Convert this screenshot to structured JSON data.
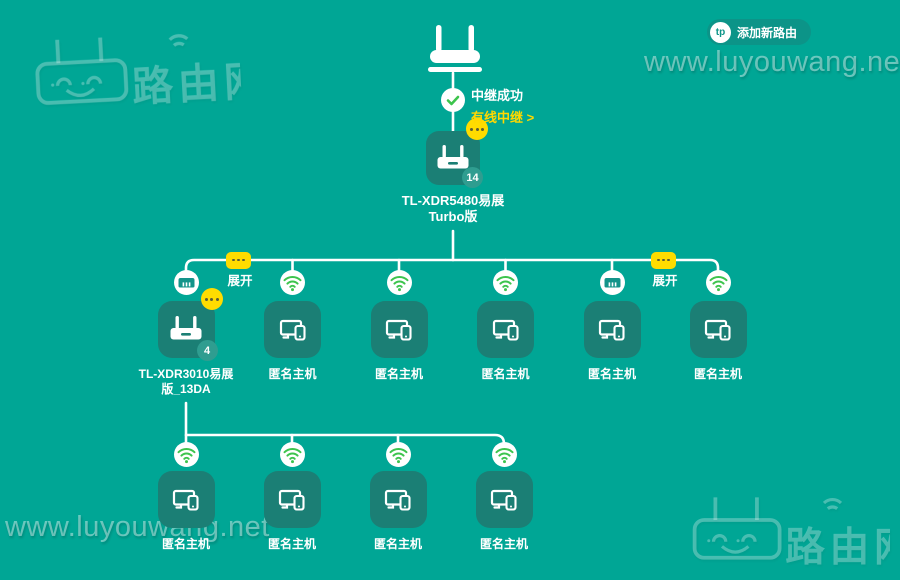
{
  "app": {
    "background_color": "#00A695",
    "tile_color": "#1B7F75",
    "accent_yellow": "#FFDC00",
    "accent_green": "#3DC44D",
    "status_yellow": "#FFD800",
    "button_color": "#0C9488"
  },
  "header": {
    "add_router_label": "添加新路由",
    "tp_logo": "tp"
  },
  "watermark": {
    "site_url": "www.luyouwang.net",
    "logo_text": "路由网"
  },
  "gateway": {
    "status_line1": "中继成功",
    "status_line2": "有线中继 >"
  },
  "root_node": {
    "kind": "router",
    "name_line1": "TL-XDR5480易展",
    "name_line2": "Turbo版",
    "client_count": "14"
  },
  "expand": {
    "label": "展开"
  },
  "tier2_nodes": [
    {
      "kind": "router",
      "connection": "wired",
      "name_line1": "TL-XDR3010易展",
      "name_line2": "版_13DA",
      "client_count": "4"
    },
    {
      "kind": "host",
      "connection": "wifi",
      "name": "匿名主机"
    },
    {
      "kind": "host",
      "connection": "wifi",
      "name": "匿名主机"
    },
    {
      "kind": "host",
      "connection": "wifi",
      "name": "匿名主机"
    },
    {
      "kind": "host",
      "connection": "wired",
      "name": "匿名主机"
    },
    {
      "kind": "host",
      "connection": "wifi",
      "name": "匿名主机"
    }
  ],
  "tier3_nodes": [
    {
      "kind": "host",
      "connection": "wifi",
      "name": "匿名主机"
    },
    {
      "kind": "host",
      "connection": "wifi",
      "name": "匿名主机"
    },
    {
      "kind": "host",
      "connection": "wifi",
      "name": "匿名主机"
    },
    {
      "kind": "host",
      "connection": "wifi",
      "name": "匿名主机"
    }
  ]
}
